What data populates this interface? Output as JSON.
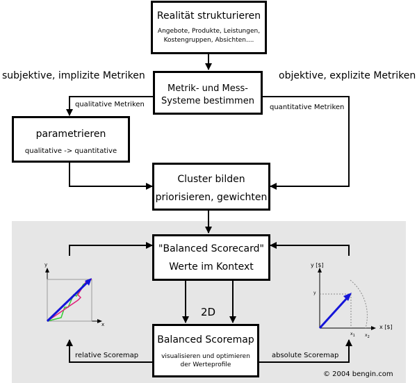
{
  "boxes": {
    "realitaet": {
      "title": "Realität strukturieren",
      "sub1": "Angebote, Produkte, Leistungen,",
      "sub2": "Kostengruppen, Absichten...."
    },
    "metrik": {
      "line1": "Metrik- und Mess-",
      "line2": "Systeme bestimmen"
    },
    "parametrieren": {
      "title": "parametrieren",
      "sub": "qualitative -> quantitative"
    },
    "cluster": {
      "line1": "Cluster bilden",
      "line2": "priorisieren, gewichten"
    },
    "bsc": {
      "line1": "\"Balanced Scorecard\"",
      "line2": "Werte im Kontext"
    },
    "scoremap": {
      "title": "Balanced Scoremap",
      "sub1": "visualisieren und optimieren",
      "sub2": "der Werteprofile"
    }
  },
  "labels": {
    "subjektiv": "subjektive, implizite Metriken",
    "objektiv": "objektive, explizite Metriken",
    "qualitativ": "qualitative Metriken",
    "quantitativ": "quantitative Metriken",
    "twoD": "2D",
    "relative": "relative Scoremap",
    "absolute": "absolute Scoremap",
    "copyright": "© 2004 bengin.com"
  },
  "left_graph": {
    "y_axis": "y",
    "x_axis": "x"
  },
  "right_graph": {
    "y_axis": "y [$]",
    "x_axis": "x [$]",
    "y_tick": "y",
    "x_tick1": "x",
    "x_tick1_sub": "1",
    "x_tick2": "x",
    "x_tick2_sub": "2"
  },
  "colors": {
    "arrow_blue": "#1515d8",
    "magenta": "#e0207a",
    "green": "#33cc33",
    "orange": "#e08a20",
    "panel": "#e6e6e6"
  }
}
